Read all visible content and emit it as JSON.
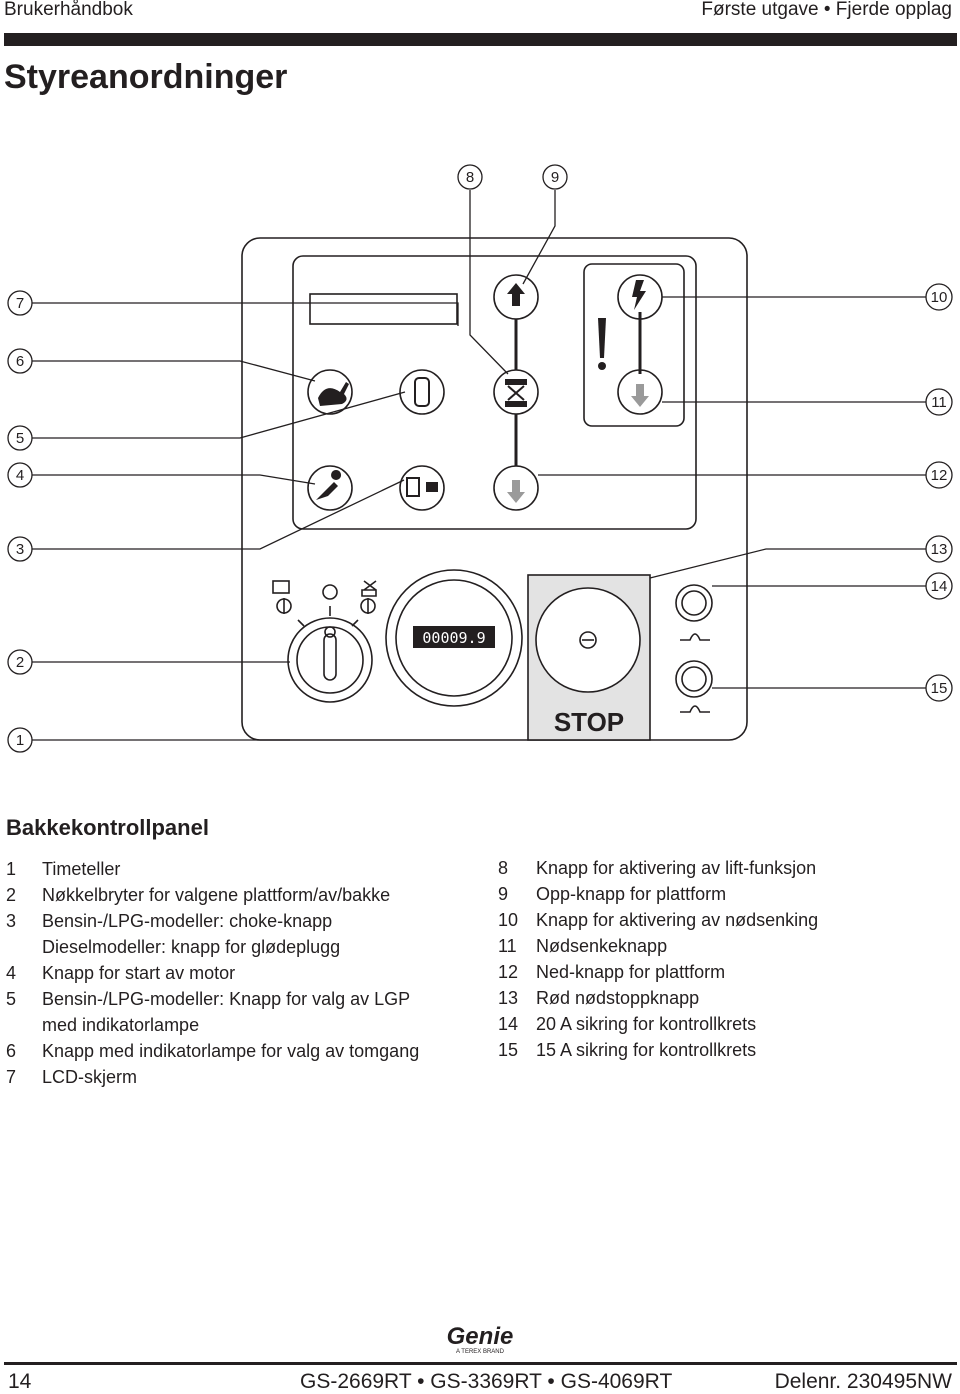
{
  "header": {
    "left": "Brukerhåndbok",
    "right": "Første utgave • Fjerde opplag"
  },
  "page_title": "Styreanordninger",
  "diagram": {
    "callouts": [
      "1",
      "2",
      "3",
      "4",
      "5",
      "6",
      "7",
      "8",
      "9",
      "10",
      "11",
      "12",
      "13",
      "14",
      "15"
    ],
    "hour_meter": "00009.9",
    "stop_label": "STOP"
  },
  "section_title": "Bakkekontrollpanel",
  "legend_left": [
    {
      "num": "1",
      "text": "Timeteller"
    },
    {
      "num": "2",
      "text": "Nøkkelbryter for valgene plattform/av/bakke"
    },
    {
      "num": "3",
      "text": "Bensin-/LPG-modeller: choke-knapp\nDieselmodeller: knapp for glødeplugg"
    },
    {
      "num": "4",
      "text": "Knapp for start av motor"
    },
    {
      "num": "5",
      "text": "Bensin-/LPG-modeller: Knapp for valg av LGP\nmed indikatorlampe"
    },
    {
      "num": "6",
      "text": "Knapp med indikatorlampe for valg av tomgang"
    },
    {
      "num": "7",
      "text": "LCD-skjerm"
    }
  ],
  "legend_right": [
    {
      "num": "8",
      "text": "Knapp for aktivering av lift-funksjon"
    },
    {
      "num": "9",
      "text": "Opp-knapp for plattform"
    },
    {
      "num": "10",
      "text": "Knapp for aktivering av nødsenking"
    },
    {
      "num": "11",
      "text": "Nødsenkeknapp"
    },
    {
      "num": "12",
      "text": "Ned-knapp for plattform"
    },
    {
      "num": "13",
      "text": "Rød nødstoppknapp"
    },
    {
      "num": "14",
      "text": "20 A sikring for kontrollkrets"
    },
    {
      "num": "15",
      "text": "15 A sikring for kontrollkrets"
    }
  ],
  "footer": {
    "logo_text": "Genie",
    "logo_subtext": "A TEREX BRAND",
    "page_number": "14",
    "models": "GS-2669RT • GS-3369RT • GS-4069RT",
    "part_number": "Delenr. 230495NW"
  }
}
